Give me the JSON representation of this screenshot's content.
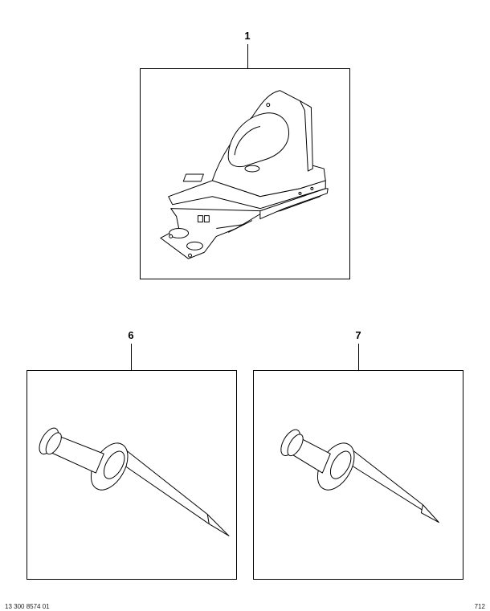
{
  "callouts": {
    "part_1": "1",
    "part_6": "6",
    "part_7": "7"
  },
  "parts": [
    {
      "number": "1",
      "icon": "floor-panel-icon"
    },
    {
      "number": "6",
      "icon": "rivet-icon"
    },
    {
      "number": "7",
      "icon": "rivet-icon"
    }
  ],
  "footer": {
    "left_code": "13 300 8574 01",
    "right_code": "712"
  }
}
